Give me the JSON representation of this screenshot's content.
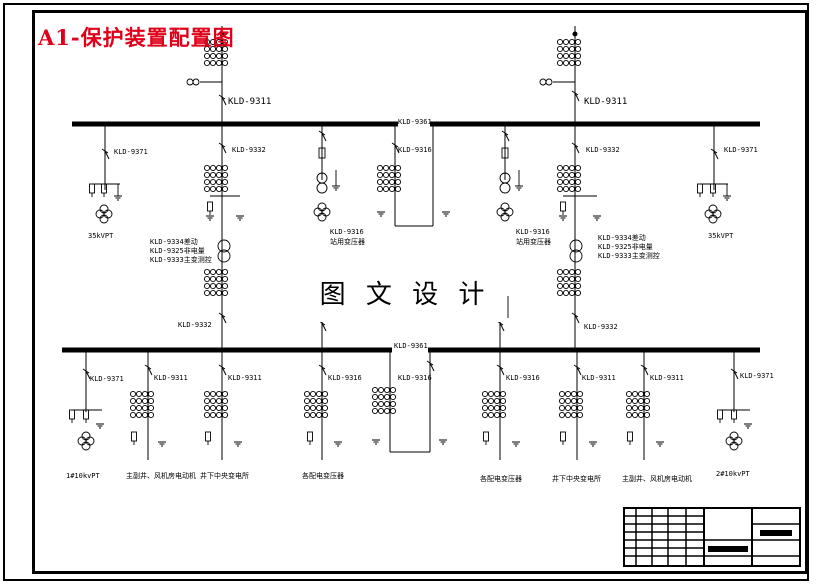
{
  "title": "A1-保护装置配置图",
  "watermark": "图 文 设 计",
  "colors": {
    "title": "#e0001a",
    "line": "#000000"
  },
  "top": {
    "incoming_left": "KLD-9311",
    "incoming_right": "KLD-9311",
    "bus_tie": "KLD-9361",
    "pt_left_relay": "KLD-9371",
    "pt_left_name": "35kVPT",
    "trans_left_relay": "KLD-9332",
    "station_left_relay": "KLD-9316",
    "station_left_name": "站用变压器",
    "tie_left_relay": "KLD-9316",
    "station_right_relay": "KLD-9316",
    "station_right_name": "站用变压器",
    "trans_right_relay": "KLD-9332",
    "pt_right_relay": "KLD-9371",
    "pt_right_name": "35kVPT"
  },
  "transformer_notes": {
    "left": [
      "KLD-9334差动",
      "KLD-9325非电量",
      "KLD-9333主变测控"
    ],
    "right": [
      "KLD-9334差动",
      "KLD-9325非电量",
      "KLD-9333主变测控"
    ]
  },
  "middle": {
    "low_left_relay": "KLD-9332",
    "low_right_relay": "KLD-9332",
    "bus_tie": "KLD-9361"
  },
  "bottom_feeders": [
    {
      "relay": "KLD-9371",
      "name": "1#10kvPT"
    },
    {
      "relay": "KLD-9311",
      "name": "主副井、风机房电动机"
    },
    {
      "relay": "KLD-9311",
      "name": "井下中央变电所"
    },
    {
      "relay": "KLD-9316",
      "name": "各配电变压器"
    },
    {
      "relay": "KLD-9316",
      "name": ""
    },
    {
      "relay": "KLD-9316",
      "name": "各配电变压器"
    },
    {
      "relay": "KLD-9311",
      "name": "井下中央变电所"
    },
    {
      "relay": "KLD-9311",
      "name": "主副井、风机房电动机"
    },
    {
      "relay": "KLD-9371",
      "name": "2#10kvPT"
    }
  ]
}
